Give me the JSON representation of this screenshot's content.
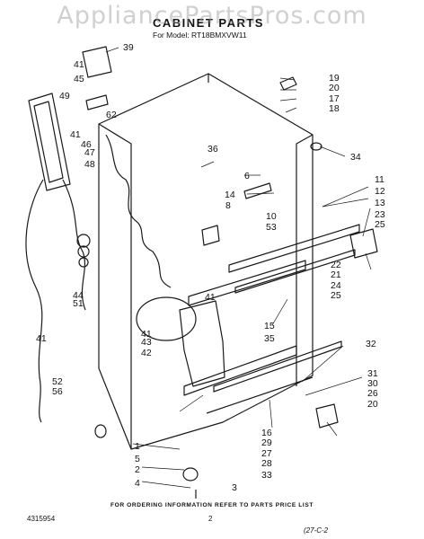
{
  "watermark": "AppliancePartsPros.com",
  "title": "CABINET PARTS",
  "model_line": "For Model: RT18BMXVW11",
  "footer": {
    "note": "FOR ORDERING INFORMATION REFER TO PARTS PRICE LIST",
    "doc_number": "4315954",
    "page_number": "2",
    "revision": "(27-C-2"
  },
  "callouts": [
    "39",
    "41",
    "45",
    "49",
    "62",
    "46",
    "47",
    "48",
    "41",
    "44",
    "51",
    "41",
    "52",
    "56",
    "36",
    "19",
    "20",
    "17",
    "18",
    "34",
    "6",
    "14",
    "8",
    "10",
    "53",
    "11",
    "12",
    "13",
    "23",
    "25",
    "22",
    "21",
    "24",
    "25",
    "41",
    "15",
    "35",
    "41",
    "43",
    "42",
    "32",
    "31",
    "30",
    "26",
    "20",
    "16",
    "29",
    "27",
    "28",
    "33",
    "1",
    "5",
    "2",
    "4",
    "3"
  ]
}
